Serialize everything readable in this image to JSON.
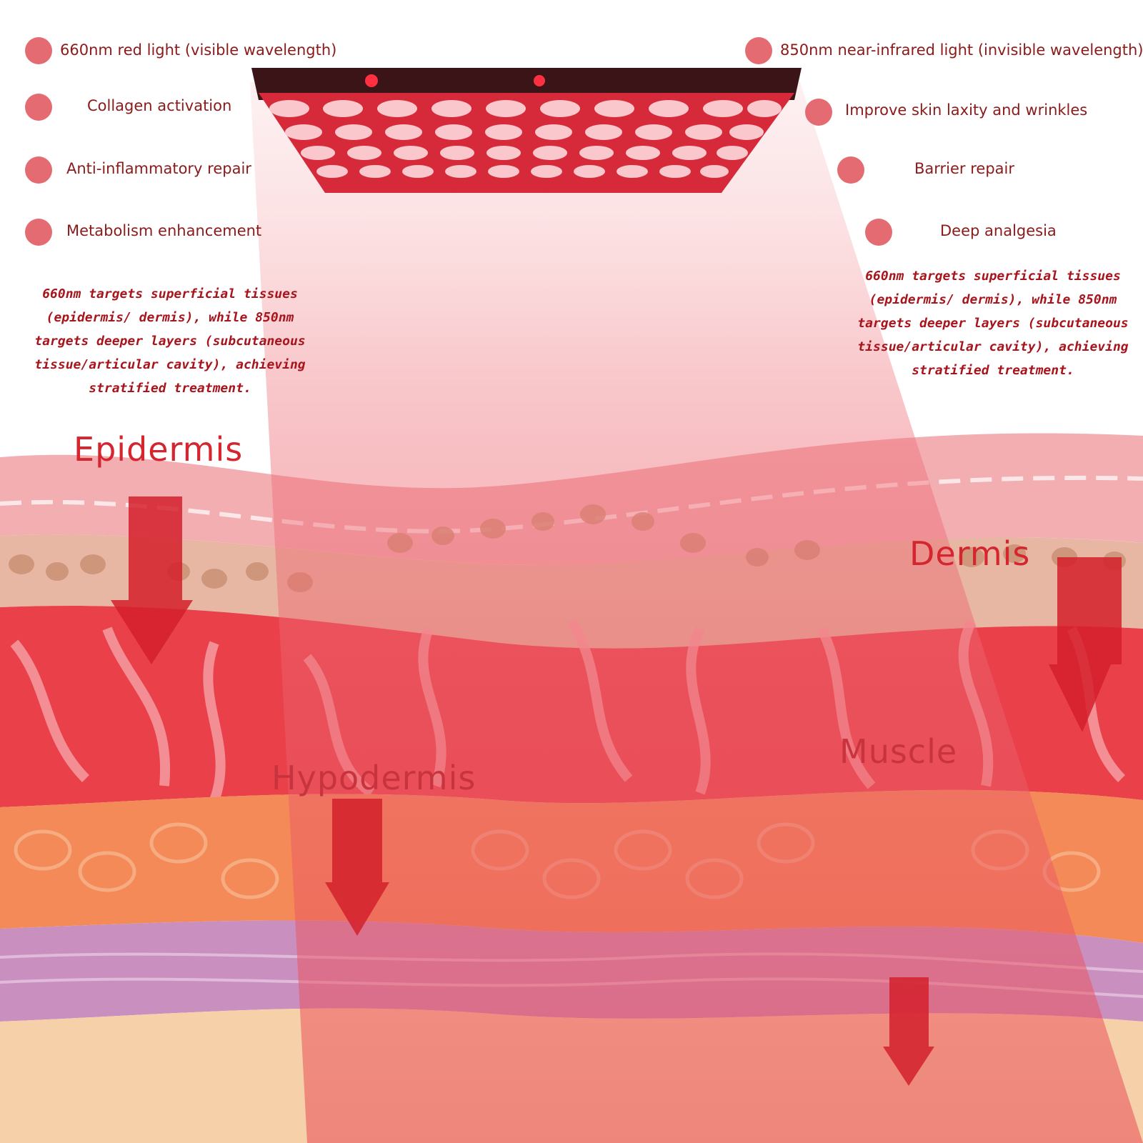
{
  "benefits_left": [
    "660nm red light (visible wavelength)",
    "Collagen activation",
    "Anti-inflammatory repair",
    "Metabolism enhancement"
  ],
  "benefits_right": [
    "850nm near-infrared light (invisible wavelength)",
    "Improve skin laxity and wrinkles",
    "Barrier repair",
    "Deep analgesia"
  ],
  "note_left": "660nm targets superficial tissues (epidermis/ dermis), while 850nm targets deeper layers (subcutaneous tissue/articular cavity), achieving stratified treatment.",
  "note_right": "660nm targets superficial tissues (epidermis/ dermis), while 850nm targets deeper layers (subcutaneous tissue/articular cavity), achieving stratified treatment.",
  "layers": {
    "epidermis": "Epidermis",
    "dermis": "Dermis",
    "hypodermis": "Hypodermis",
    "muscle": "Muscle"
  },
  "colors": {
    "text_dark_red": "#8b1a1a",
    "bullet": "#e0515a",
    "arrow": "#d3202b",
    "beam": "#f04a55"
  }
}
